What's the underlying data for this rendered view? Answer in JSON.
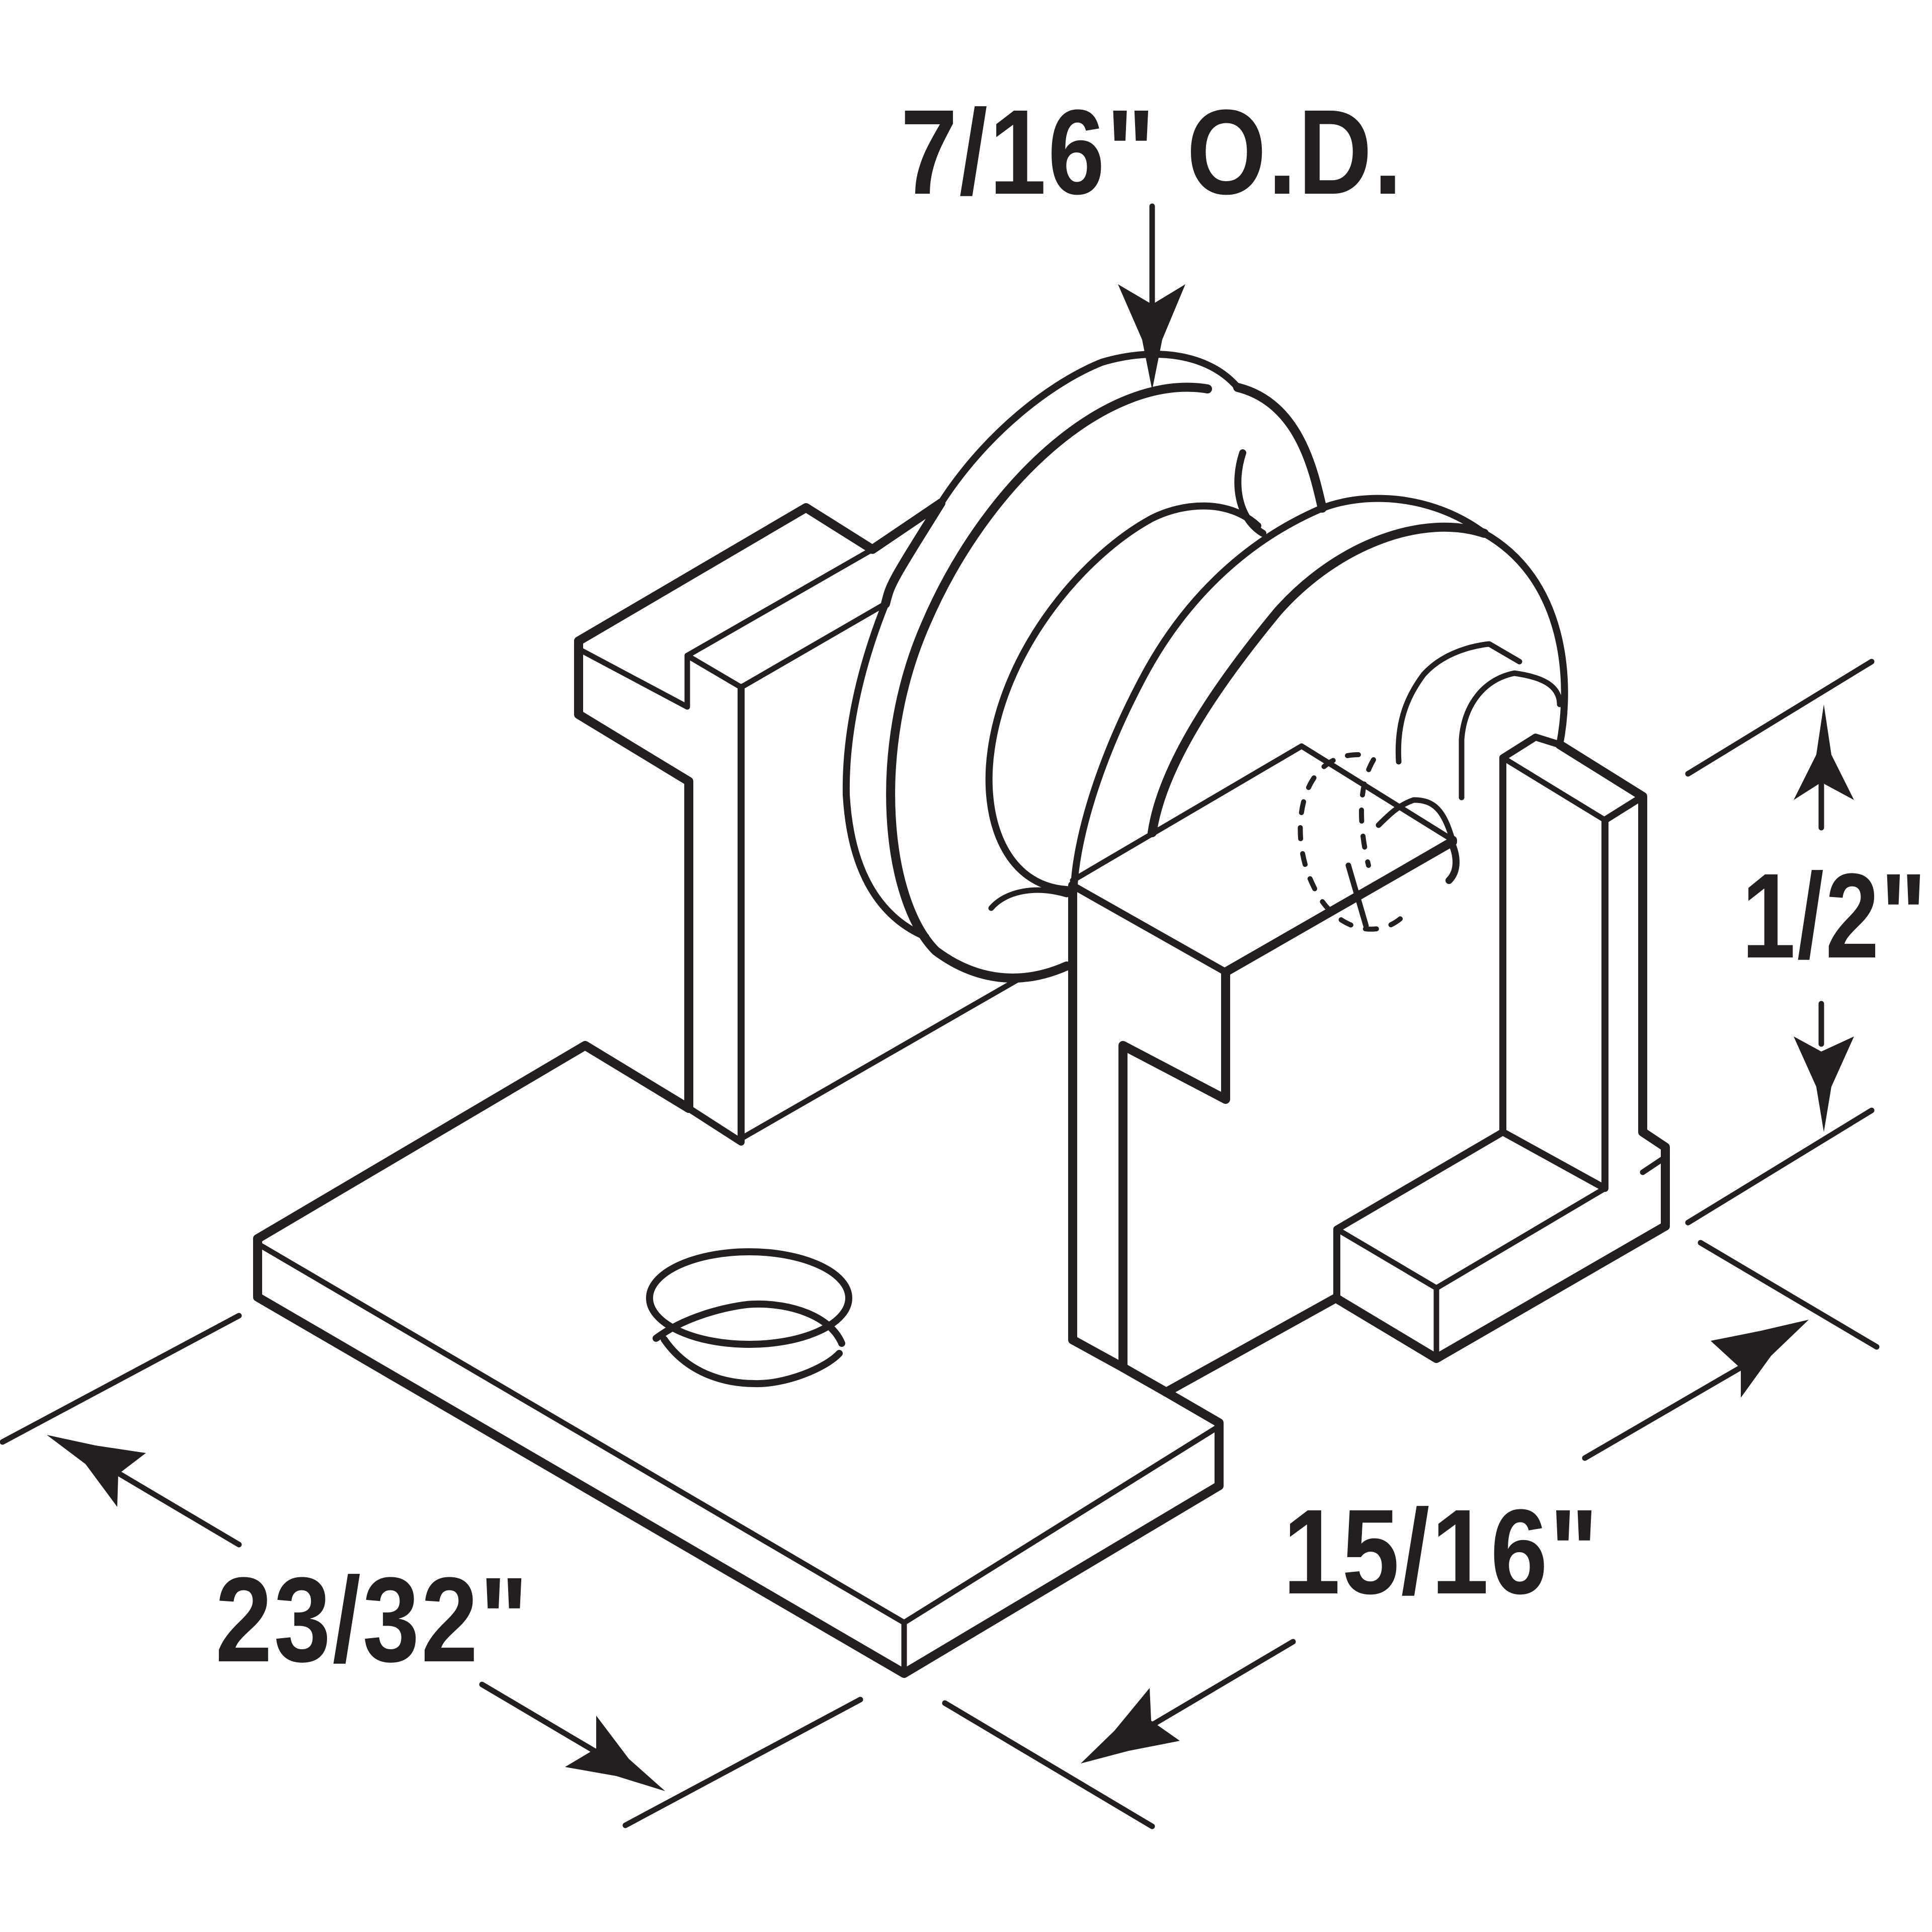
{
  "dimensions": {
    "wheel_od": "7/16\" O.D.",
    "height": "1/2\"",
    "depth": "15/16\"",
    "width": "23/32\""
  }
}
